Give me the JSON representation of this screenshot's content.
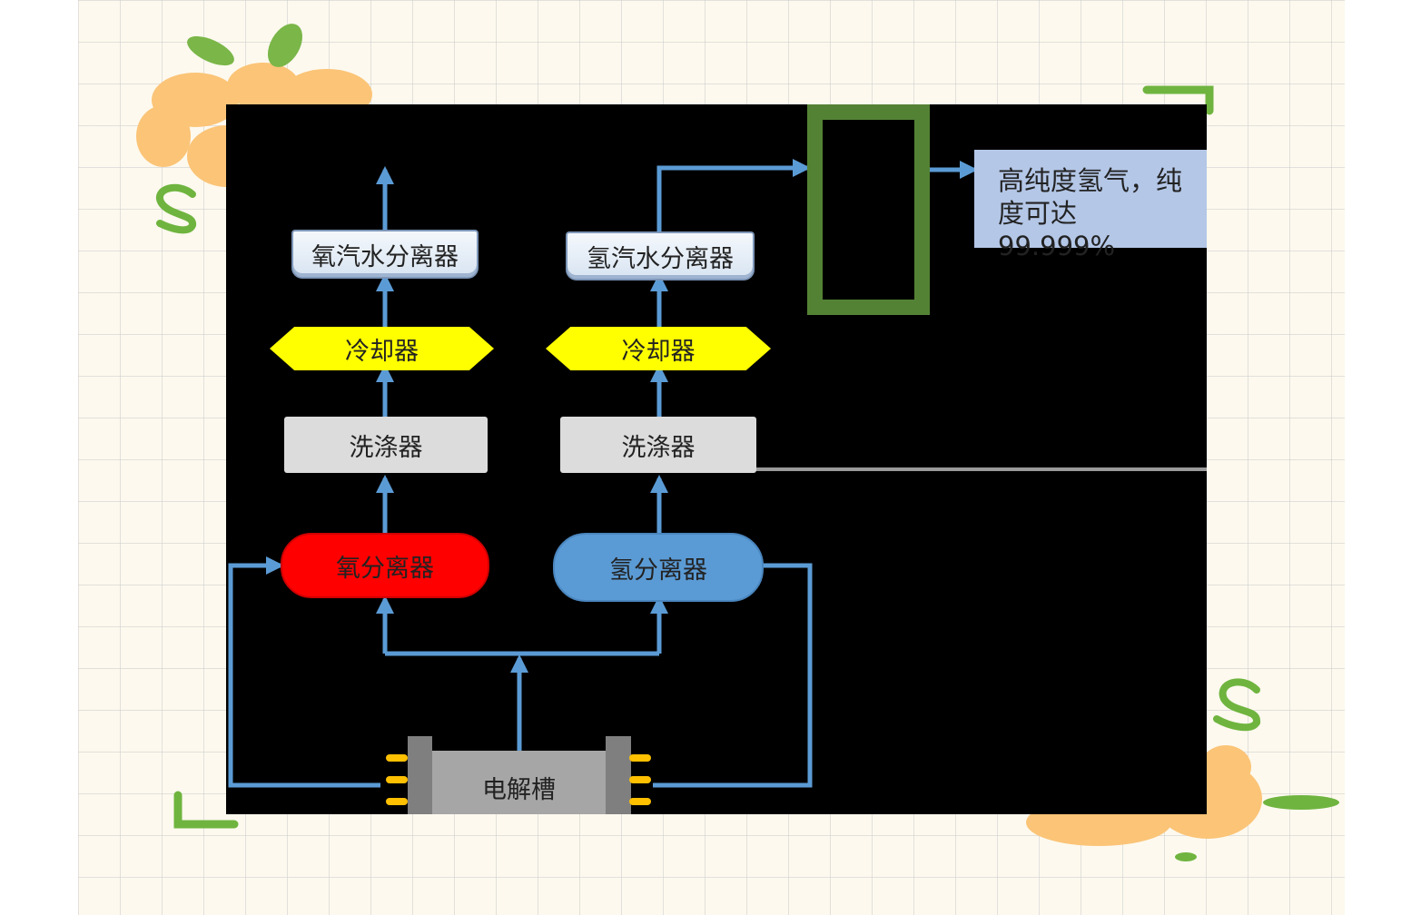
{
  "diagram": {
    "oxygen_steam_separator": "氧汽水分离器",
    "hydrogen_steam_separator": "氢汽水分离器",
    "oxygen_cooler": "冷却器",
    "hydrogen_cooler": "冷却器",
    "oxygen_scrubber": "洗涤器",
    "hydrogen_scrubber": "洗涤器",
    "oxygen_separator": "氧分离器",
    "hydrogen_separator": "氢分离器",
    "electrolyzer": "电解槽",
    "output_line1": "高纯度氢气，纯",
    "output_line2": "度可达99.999%"
  },
  "colors": {
    "pipe": "#5b9bd5",
    "cooler": "#ffff00",
    "oxygen_separator": "#ff0000",
    "hydrogen_separator": "#5b9bd5",
    "scrubber": "#dcdcdc",
    "purifier_frame": "#548235",
    "output_box": "#b4c7e7",
    "electrolyzer": "#a6a6a6",
    "electrolyzer_fins": "#ffc000"
  }
}
